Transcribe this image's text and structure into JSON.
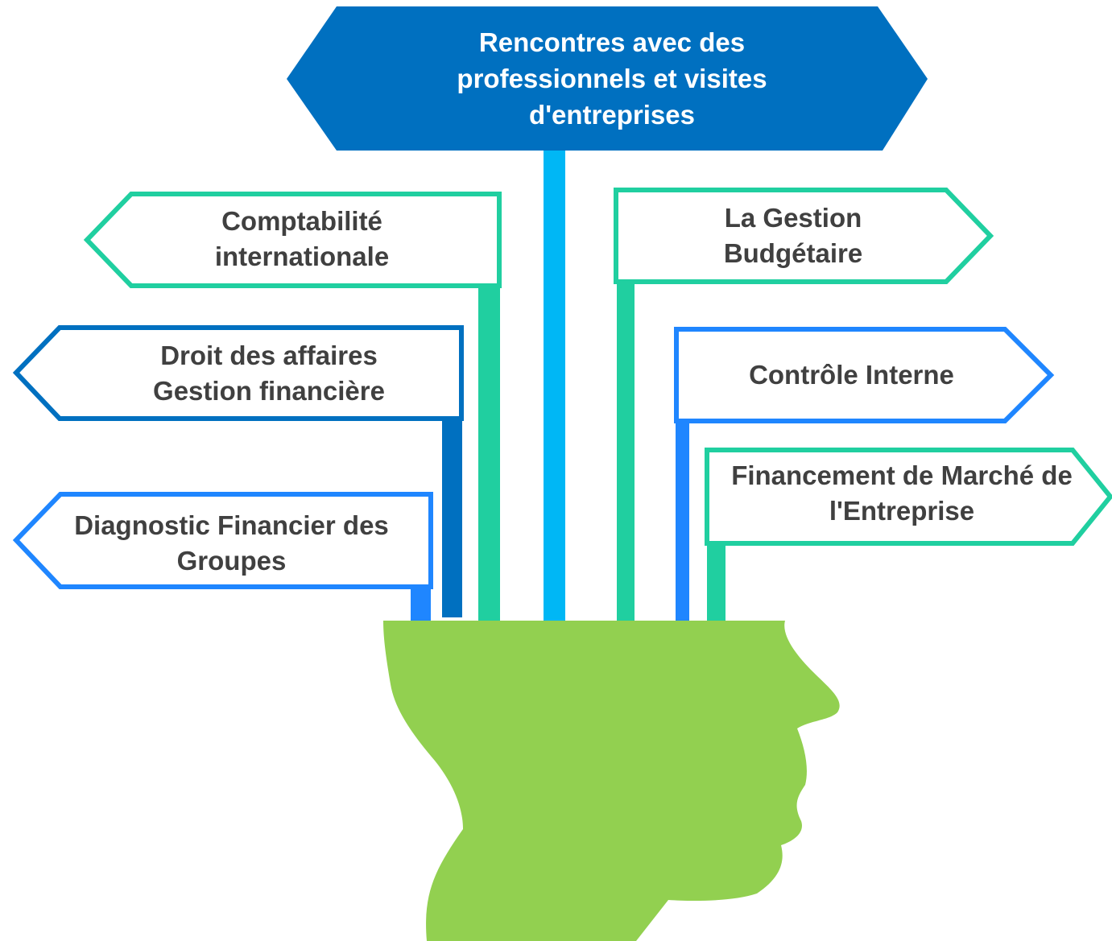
{
  "colors": {
    "dark_blue": "#0070C0",
    "mid_blue": "#1F86FF",
    "light_blue": "#00B7F5",
    "teal": "#20CFA0",
    "head_green": "#92D050",
    "text_dark": "#404040",
    "text_light": "#FFFFFF"
  },
  "signs": {
    "top": {
      "lines": [
        "Rencontres avec des",
        "professionnels et visites",
        "d'entreprises"
      ]
    },
    "comptabilite": {
      "lines": [
        "Comptabilité",
        "internationale"
      ]
    },
    "droit": {
      "lines": [
        "Droit des affaires",
        "Gestion financière"
      ]
    },
    "diagnostic": {
      "lines": [
        "Diagnostic Financier des",
        "Groupes"
      ]
    },
    "gestion_budgetaire": {
      "lines": [
        "La Gestion",
        "Budgétaire"
      ]
    },
    "controle": {
      "lines": [
        "Contrôle Interne"
      ]
    },
    "financement": {
      "lines": [
        "Financement de Marché de",
        "l'Entreprise"
      ]
    }
  },
  "icons": [
    "head-silhouette-icon"
  ]
}
